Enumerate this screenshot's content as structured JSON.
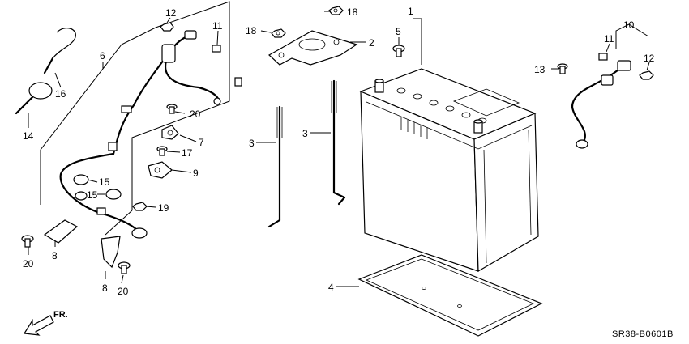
{
  "diagram": {
    "code": "SR38-B0601B",
    "direction_label": "FR.",
    "callouts": [
      {
        "id": "c1",
        "number": "1"
      },
      {
        "id": "c2",
        "number": "2"
      },
      {
        "id": "c3a",
        "number": "3"
      },
      {
        "id": "c3b",
        "number": "3"
      },
      {
        "id": "c4",
        "number": "4"
      },
      {
        "id": "c5",
        "number": "5"
      },
      {
        "id": "c6",
        "number": "6"
      },
      {
        "id": "c7",
        "number": "7"
      },
      {
        "id": "c8a",
        "number": "8"
      },
      {
        "id": "c8b",
        "number": "8"
      },
      {
        "id": "c9",
        "number": "9"
      },
      {
        "id": "c10",
        "number": "10"
      },
      {
        "id": "c11a",
        "number": "11"
      },
      {
        "id": "c11b",
        "number": "11"
      },
      {
        "id": "c12a",
        "number": "12"
      },
      {
        "id": "c12b",
        "number": "12"
      },
      {
        "id": "c13",
        "number": "13"
      },
      {
        "id": "c14",
        "number": "14"
      },
      {
        "id": "c15a",
        "number": "15"
      },
      {
        "id": "c15b",
        "number": "15"
      },
      {
        "id": "c16",
        "number": "16"
      },
      {
        "id": "c17",
        "number": "17"
      },
      {
        "id": "c18a",
        "number": "18"
      },
      {
        "id": "c18b",
        "number": "18"
      },
      {
        "id": "c19",
        "number": "19"
      },
      {
        "id": "c20a",
        "number": "20"
      },
      {
        "id": "c20b",
        "number": "20"
      },
      {
        "id": "c20c",
        "number": "20"
      }
    ]
  }
}
